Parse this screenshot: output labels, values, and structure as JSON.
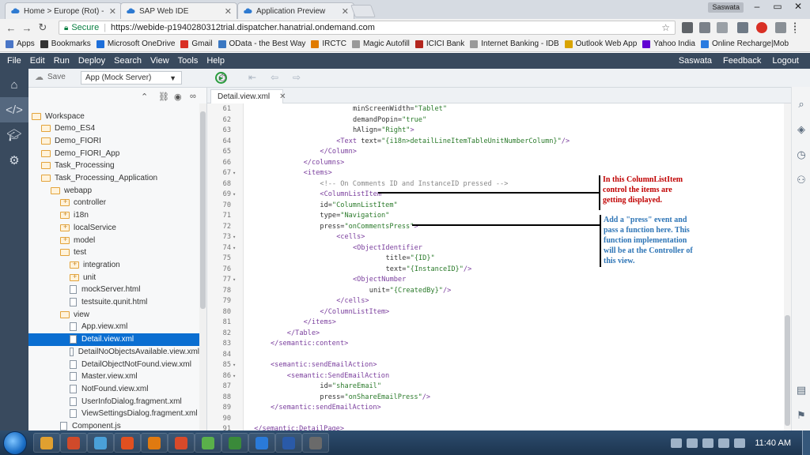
{
  "browser": {
    "tabs": [
      {
        "title": "Home > Europe (Rot) - T",
        "favicon_color": "#2e7ad1"
      },
      {
        "title": "SAP Web IDE",
        "favicon_color": "#2e7ad1"
      },
      {
        "title": "Application Preview",
        "favicon_color": "#2e7ad1"
      }
    ],
    "user_badge": "Saswata",
    "secure_label": "Secure",
    "url": "https://webide-p1940280312trial.dispatcher.hanatrial.ondemand.com",
    "bookmarks": [
      {
        "label": "Apps",
        "color": "#4a76c7"
      },
      {
        "label": "Bookmarks",
        "color": "#333333"
      },
      {
        "label": "Microsoft OneDrive",
        "color": "#1e6fd9"
      },
      {
        "label": "Gmail",
        "color": "#d93025"
      },
      {
        "label": "OData - the Best Way",
        "color": "#3b78c2"
      },
      {
        "label": "IRCTC",
        "color": "#e07b00"
      },
      {
        "label": "Magic Autofill",
        "color": "#999999"
      },
      {
        "label": "ICICI Bank",
        "color": "#b3261e"
      },
      {
        "label": "Internet Banking - IDB",
        "color": "#999999"
      },
      {
        "label": "Outlook Web App",
        "color": "#d9a400"
      },
      {
        "label": "Yahoo India",
        "color": "#6001d2"
      },
      {
        "label": "Online Recharge|Mob",
        "color": "#2a7be0"
      }
    ]
  },
  "ide": {
    "menu": [
      "File",
      "Edit",
      "Run",
      "Deploy",
      "Search",
      "View",
      "Tools",
      "Help"
    ],
    "menu_right": [
      "Saswata",
      "Feedback",
      "Logout"
    ],
    "save_label": "Save",
    "run_config": "App (Mock Server)",
    "editor_tab": "Detail.view.xml",
    "tree": [
      {
        "label": "Workspace",
        "indent": 0,
        "kind": "folder"
      },
      {
        "label": "Demo_ES4",
        "indent": 1,
        "kind": "folder"
      },
      {
        "label": "Demo_FIORI",
        "indent": 1,
        "kind": "folder"
      },
      {
        "label": "Demo_FIORI_App",
        "indent": 1,
        "kind": "folder"
      },
      {
        "label": "Task_Processing",
        "indent": 1,
        "kind": "folder"
      },
      {
        "label": "Task_Processing_Application",
        "indent": 1,
        "kind": "folder"
      },
      {
        "label": "webapp",
        "indent": 2,
        "kind": "folder"
      },
      {
        "label": "controller",
        "indent": 3,
        "kind": "folder-plus"
      },
      {
        "label": "i18n",
        "indent": 3,
        "kind": "folder-plus"
      },
      {
        "label": "localService",
        "indent": 3,
        "kind": "folder-plus"
      },
      {
        "label": "model",
        "indent": 3,
        "kind": "folder-plus"
      },
      {
        "label": "test",
        "indent": 3,
        "kind": "folder"
      },
      {
        "label": "integration",
        "indent": 4,
        "kind": "folder-plus"
      },
      {
        "label": "unit",
        "indent": 4,
        "kind": "folder-plus"
      },
      {
        "label": "mockServer.html",
        "indent": 4,
        "kind": "file"
      },
      {
        "label": "testsuite.qunit.html",
        "indent": 4,
        "kind": "file"
      },
      {
        "label": "view",
        "indent": 3,
        "kind": "folder"
      },
      {
        "label": "App.view.xml",
        "indent": 4,
        "kind": "file"
      },
      {
        "label": "Detail.view.xml",
        "indent": 4,
        "kind": "file",
        "selected": true
      },
      {
        "label": "DetailNoObjectsAvailable.view.xml",
        "indent": 4,
        "kind": "file"
      },
      {
        "label": "DetailObjectNotFound.view.xml",
        "indent": 4,
        "kind": "file"
      },
      {
        "label": "Master.view.xml",
        "indent": 4,
        "kind": "file"
      },
      {
        "label": "NotFound.view.xml",
        "indent": 4,
        "kind": "file"
      },
      {
        "label": "UserInfoDialog.fragment.xml",
        "indent": 4,
        "kind": "file"
      },
      {
        "label": "ViewSettingsDialog.fragment.xml",
        "indent": 4,
        "kind": "file"
      },
      {
        "label": "Component.js",
        "indent": 3,
        "kind": "file"
      }
    ],
    "code": [
      {
        "n": "61",
        "fold": false,
        "indent": 20,
        "parts": [
          [
            "attr",
            "minScreenWidth="
          ],
          [
            "str",
            "\"Tablet\""
          ]
        ]
      },
      {
        "n": "62",
        "fold": false,
        "indent": 20,
        "parts": [
          [
            "attr",
            "demandPopin="
          ],
          [
            "str",
            "\"true\""
          ]
        ]
      },
      {
        "n": "63",
        "fold": false,
        "indent": 20,
        "parts": [
          [
            "attr",
            "hAlign="
          ],
          [
            "str",
            "\"Right\""
          ],
          [
            "tag",
            ">"
          ]
        ]
      },
      {
        "n": "64",
        "fold": false,
        "indent": 16,
        "parts": [
          [
            "tag",
            "<Text "
          ],
          [
            "attr",
            "text="
          ],
          [
            "str",
            "\"{i18n>detailLineItemTableUnitNumberColumn}\""
          ],
          [
            "tag",
            "/>"
          ]
        ]
      },
      {
        "n": "65",
        "fold": false,
        "indent": 12,
        "parts": [
          [
            "tag",
            "</Column>"
          ]
        ]
      },
      {
        "n": "66",
        "fold": false,
        "indent": 8,
        "parts": [
          [
            "tag",
            "</columns>"
          ]
        ]
      },
      {
        "n": "67",
        "fold": true,
        "indent": 8,
        "parts": [
          [
            "tag",
            "<items>"
          ]
        ]
      },
      {
        "n": "68",
        "fold": false,
        "indent": 12,
        "parts": [
          [
            "cmt",
            "<!-- On Comments ID and InstanceID pressed -->"
          ]
        ]
      },
      {
        "n": "69",
        "fold": true,
        "indent": 12,
        "parts": [
          [
            "tag",
            "<ColumnListItem"
          ]
        ]
      },
      {
        "n": "70",
        "fold": false,
        "indent": 12,
        "parts": [
          [
            "attr",
            "id="
          ],
          [
            "str",
            "\"ColumnListItem\""
          ]
        ]
      },
      {
        "n": "71",
        "fold": false,
        "indent": 12,
        "parts": [
          [
            "attr",
            "type="
          ],
          [
            "str",
            "\"Navigation\""
          ]
        ]
      },
      {
        "n": "72",
        "fold": false,
        "indent": 12,
        "parts": [
          [
            "attr",
            "press="
          ],
          [
            "str",
            "\"onCommentsPress\""
          ],
          [
            "tag",
            ">"
          ]
        ]
      },
      {
        "n": "73",
        "fold": true,
        "indent": 16,
        "parts": [
          [
            "tag",
            "<cells>"
          ]
        ]
      },
      {
        "n": "74",
        "fold": true,
        "indent": 20,
        "parts": [
          [
            "tag",
            "<ObjectIdentifier"
          ]
        ]
      },
      {
        "n": "75",
        "fold": false,
        "indent": 28,
        "parts": [
          [
            "attr",
            "title="
          ],
          [
            "str",
            "\"{ID}\""
          ]
        ]
      },
      {
        "n": "76",
        "fold": false,
        "indent": 28,
        "parts": [
          [
            "attr",
            "text="
          ],
          [
            "str",
            "\"{InstanceID}\""
          ],
          [
            "tag",
            "/>"
          ]
        ]
      },
      {
        "n": "77",
        "fold": true,
        "indent": 20,
        "parts": [
          [
            "tag",
            "<ObjectNumber"
          ]
        ]
      },
      {
        "n": "78",
        "fold": false,
        "indent": 24,
        "parts": [
          [
            "attr",
            "unit="
          ],
          [
            "str",
            "\"{CreatedBy}\""
          ],
          [
            "tag",
            "/>"
          ]
        ]
      },
      {
        "n": "79",
        "fold": false,
        "indent": 16,
        "parts": [
          [
            "tag",
            "</cells>"
          ]
        ]
      },
      {
        "n": "80",
        "fold": false,
        "indent": 12,
        "parts": [
          [
            "tag",
            "</ColumnListItem>"
          ]
        ]
      },
      {
        "n": "81",
        "fold": false,
        "indent": 8,
        "parts": [
          [
            "tag",
            "</items>"
          ]
        ]
      },
      {
        "n": "82",
        "fold": false,
        "indent": 4,
        "parts": [
          [
            "tag",
            "</Table>"
          ]
        ]
      },
      {
        "n": "83",
        "fold": false,
        "indent": 0,
        "parts": [
          [
            "tag",
            "</semantic:content>"
          ]
        ]
      },
      {
        "n": "84",
        "fold": false,
        "indent": 0,
        "parts": []
      },
      {
        "n": "85",
        "fold": true,
        "indent": 0,
        "parts": [
          [
            "tag",
            "<semantic:sendEmailAction>"
          ]
        ]
      },
      {
        "n": "86",
        "fold": true,
        "indent": 4,
        "parts": [
          [
            "tag",
            "<semantic:SendEmailAction"
          ]
        ]
      },
      {
        "n": "87",
        "fold": false,
        "indent": 12,
        "parts": [
          [
            "attr",
            "id="
          ],
          [
            "str",
            "\"shareEmail\""
          ]
        ]
      },
      {
        "n": "88",
        "fold": false,
        "indent": 12,
        "parts": [
          [
            "attr",
            "press="
          ],
          [
            "str",
            "\"onShareEmailPress\""
          ],
          [
            "tag",
            "/>"
          ]
        ]
      },
      {
        "n": "89",
        "fold": false,
        "indent": 0,
        "parts": [
          [
            "tag",
            "</semantic:sendEmailAction>"
          ]
        ]
      },
      {
        "n": "90",
        "fold": false,
        "indent": 0,
        "parts": []
      },
      {
        "n": "91",
        "fold": false,
        "indent": -4,
        "parts": [
          [
            "tag",
            "</semantic:DetailPage>"
          ]
        ]
      }
    ],
    "annotations": [
      {
        "text": "In this ColumnListItem\ncontrol the items are\ngetting displayed.",
        "color": "#c00000"
      },
      {
        "text": "Add a \"press\" event and\npass a function here. This\nfunction implementation\nwill be at the Controller of\nthis view.",
        "color": "#2e75b6"
      }
    ]
  },
  "taskbar": {
    "clock": "11:40 AM",
    "apps": [
      "#e0a030",
      "#d04a2a",
      "#4aa0d8",
      "#e05020",
      "#e07a10",
      "#d84a2a",
      "#5ab04a",
      "#3a8a3a",
      "#2a7ad8",
      "#2a5aa8",
      "#6a6a6a"
    ]
  }
}
